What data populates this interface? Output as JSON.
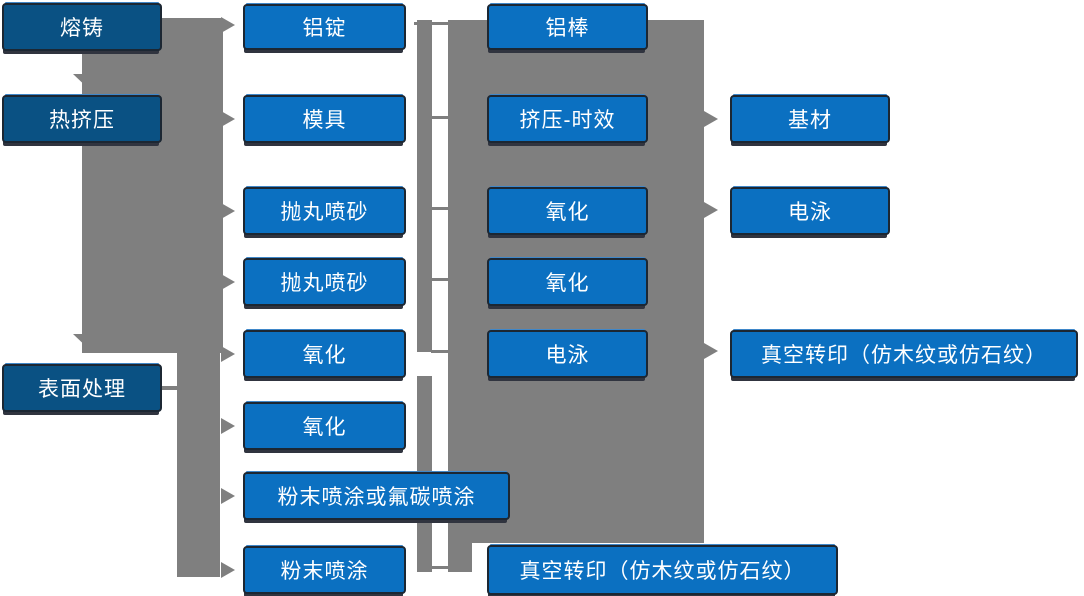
{
  "diagram_type": "process-flowchart",
  "colors": {
    "box_blue": "#0B70C1",
    "box_dark_blue": "#0A5183",
    "connector": "#7F7F7F",
    "text": "#FFFFFF",
    "box_border": "#1C2733",
    "box_shadow": "#30343F",
    "box_top_glint": "#3F87C9"
  },
  "flow": {
    "stage_column": [
      {
        "label": "熔铸"
      },
      {
        "label": "热挤压"
      },
      {
        "label": "表面处理"
      }
    ],
    "process_column_1": [
      {
        "label": "铝锭"
      },
      {
        "label": "模具"
      },
      {
        "label": "抛丸喷砂"
      },
      {
        "label": "抛丸喷砂"
      },
      {
        "label": "氧化"
      },
      {
        "label": "氧化"
      },
      {
        "label": "粉末喷涂或氟碳喷涂"
      },
      {
        "label": "粉末喷涂"
      }
    ],
    "process_column_2": [
      {
        "label": "铝棒"
      },
      {
        "label": "挤压-时效"
      },
      {
        "label": "氧化"
      },
      {
        "label": "氧化"
      },
      {
        "label": "电泳"
      },
      {
        "label": "真空转印（仿木纹或仿石纹）"
      }
    ],
    "output_column": [
      {
        "label": "基材"
      },
      {
        "label": "电泳"
      },
      {
        "label": "真空转印（仿木纹或仿石纹）"
      }
    ]
  }
}
